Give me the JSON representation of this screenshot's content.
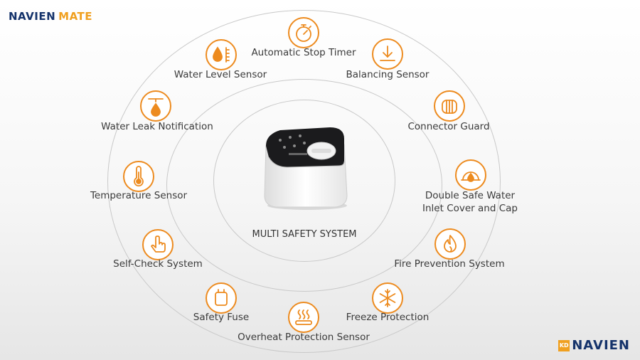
{
  "brand": {
    "top_primary": "NAVIEN",
    "top_secondary": "MATE",
    "bottom_kd": "KD",
    "bottom_name": "NAVIEN"
  },
  "center": {
    "title": "MULTI SAFETY SYSTEM"
  },
  "colors": {
    "accent": "#ed8b1f",
    "brand_navy": "#15336b",
    "brand_orange": "#f0a020",
    "ring": "#c9c9c9"
  },
  "features": [
    {
      "label": "Automatic Stop Timer",
      "icon": "stopwatch-icon"
    },
    {
      "label": "Water Level Sensor",
      "icon": "water-level-icon"
    },
    {
      "label": "Balancing Sensor",
      "icon": "balance-arrow-icon"
    },
    {
      "label": "Water Leak Notification",
      "icon": "water-leak-icon"
    },
    {
      "label": "Connector Guard",
      "icon": "connector-guard-icon"
    },
    {
      "label": "Temperature Sensor",
      "icon": "thermometer-icon"
    },
    {
      "label": "Double Safe Water Inlet Cover and Cap",
      "line1": "Double Safe Water",
      "line2": "Inlet Cover and Cap",
      "icon": "inlet-cover-icon"
    },
    {
      "label": "Self-Check System",
      "icon": "hand-touch-icon"
    },
    {
      "label": "Fire Prevention System",
      "icon": "flame-icon"
    },
    {
      "label": "Safety Fuse",
      "icon": "fuse-icon"
    },
    {
      "label": "Freeze Protection",
      "icon": "snowflake-icon"
    },
    {
      "label": "Overheat Protection Sensor",
      "icon": "heat-plate-icon"
    }
  ]
}
